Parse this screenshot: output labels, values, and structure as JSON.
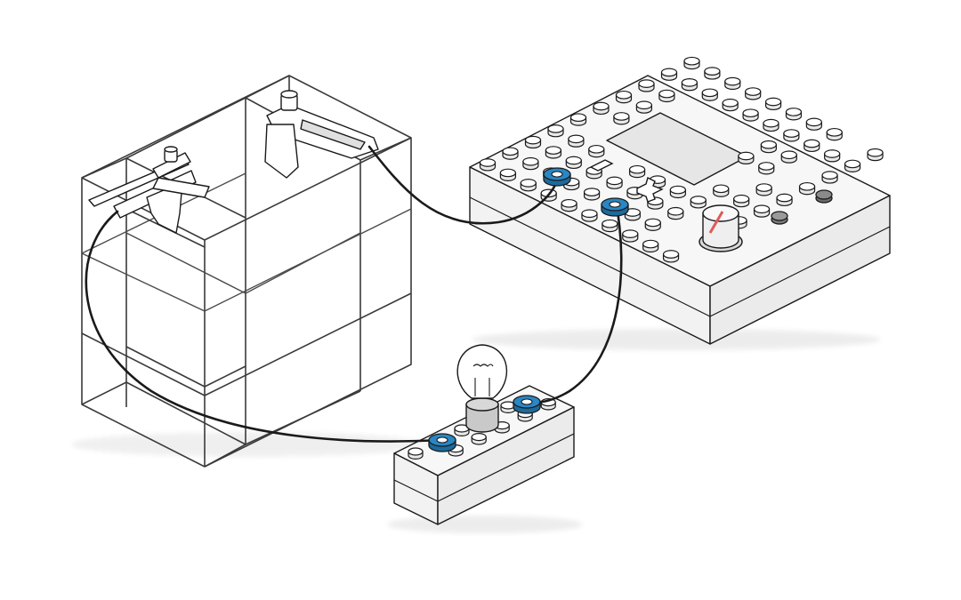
{
  "diagram": {
    "components": {
      "tank": {
        "name": "transparent-tank"
      },
      "controller": {
        "name": "power-supply-block",
        "minus_sign": "−",
        "plus_sign": "+"
      },
      "bulb_block": {
        "name": "bulb-block"
      }
    },
    "colors": {
      "outline": "#1a1a1a",
      "glass_fill": "rgba(255,255,255,0.0)",
      "glass_edge": "#3a3a3a",
      "block_top": "#f7f7f7",
      "block_side": "#ebebeb",
      "block_front": "#f2f2f2",
      "stud_fill": "#ffffff",
      "screen_fill": "#e6e6e6",
      "terminal_blue": "#2a86c4",
      "terminal_dark": "#1d6a9c",
      "wire": "#1a1a1a",
      "knob_accent": "#e05a5a",
      "button_dark": "#6a6a6a",
      "bulb_base": "#c9c9c9"
    }
  }
}
